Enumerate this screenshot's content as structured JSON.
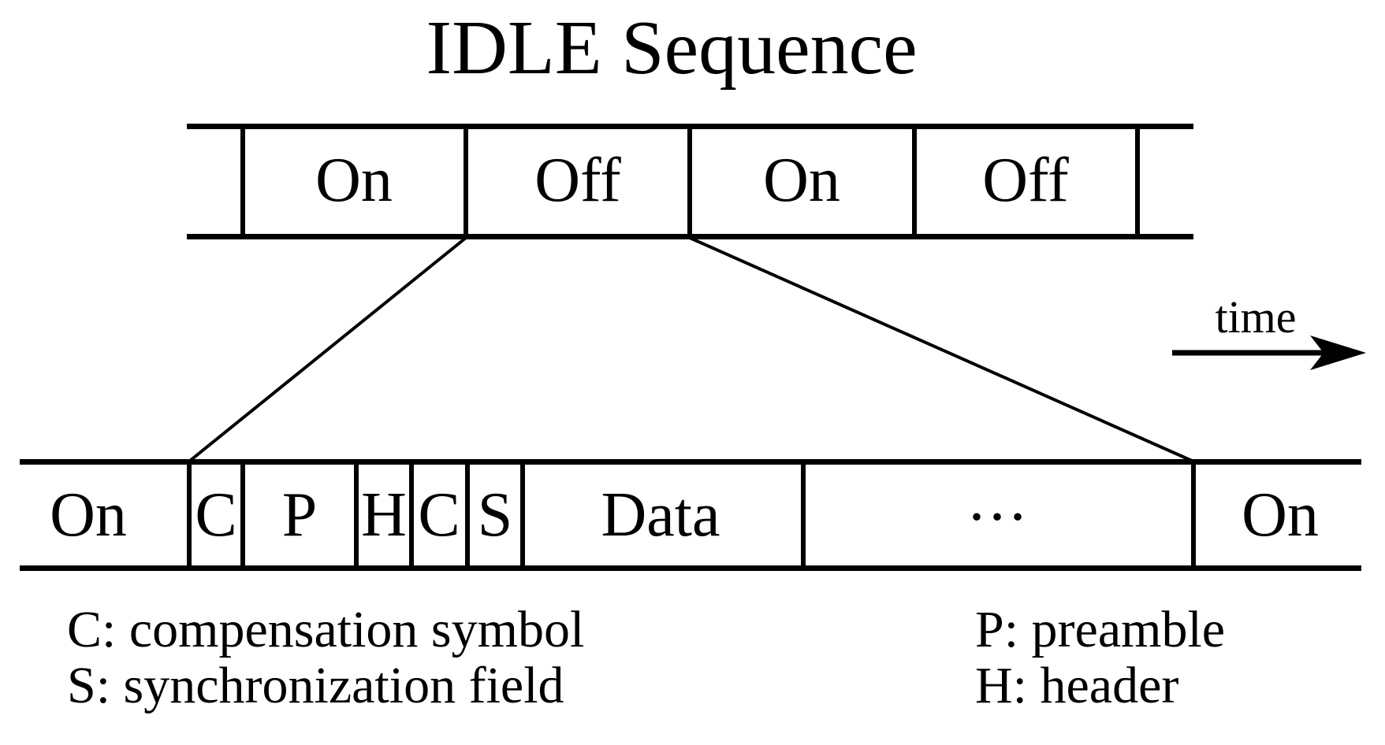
{
  "title": "IDLE Sequence",
  "colors": {
    "ink": "#000000",
    "background": "#ffffff"
  },
  "top_bar": {
    "description": "idle on/off duty cycle",
    "segments": [
      "On",
      "Off",
      "On",
      "Off"
    ]
  },
  "bottom_bar": {
    "description": "expanded view of one Off period (frame structure)",
    "segments": [
      "On",
      "C",
      "P",
      "H",
      "C",
      "S",
      "Data",
      "...",
      "On"
    ]
  },
  "time_label": "time",
  "legend": {
    "left": [
      "C: compensation symbol",
      "S: synchronization field"
    ],
    "right": [
      "P: preamble",
      "H: header"
    ]
  }
}
